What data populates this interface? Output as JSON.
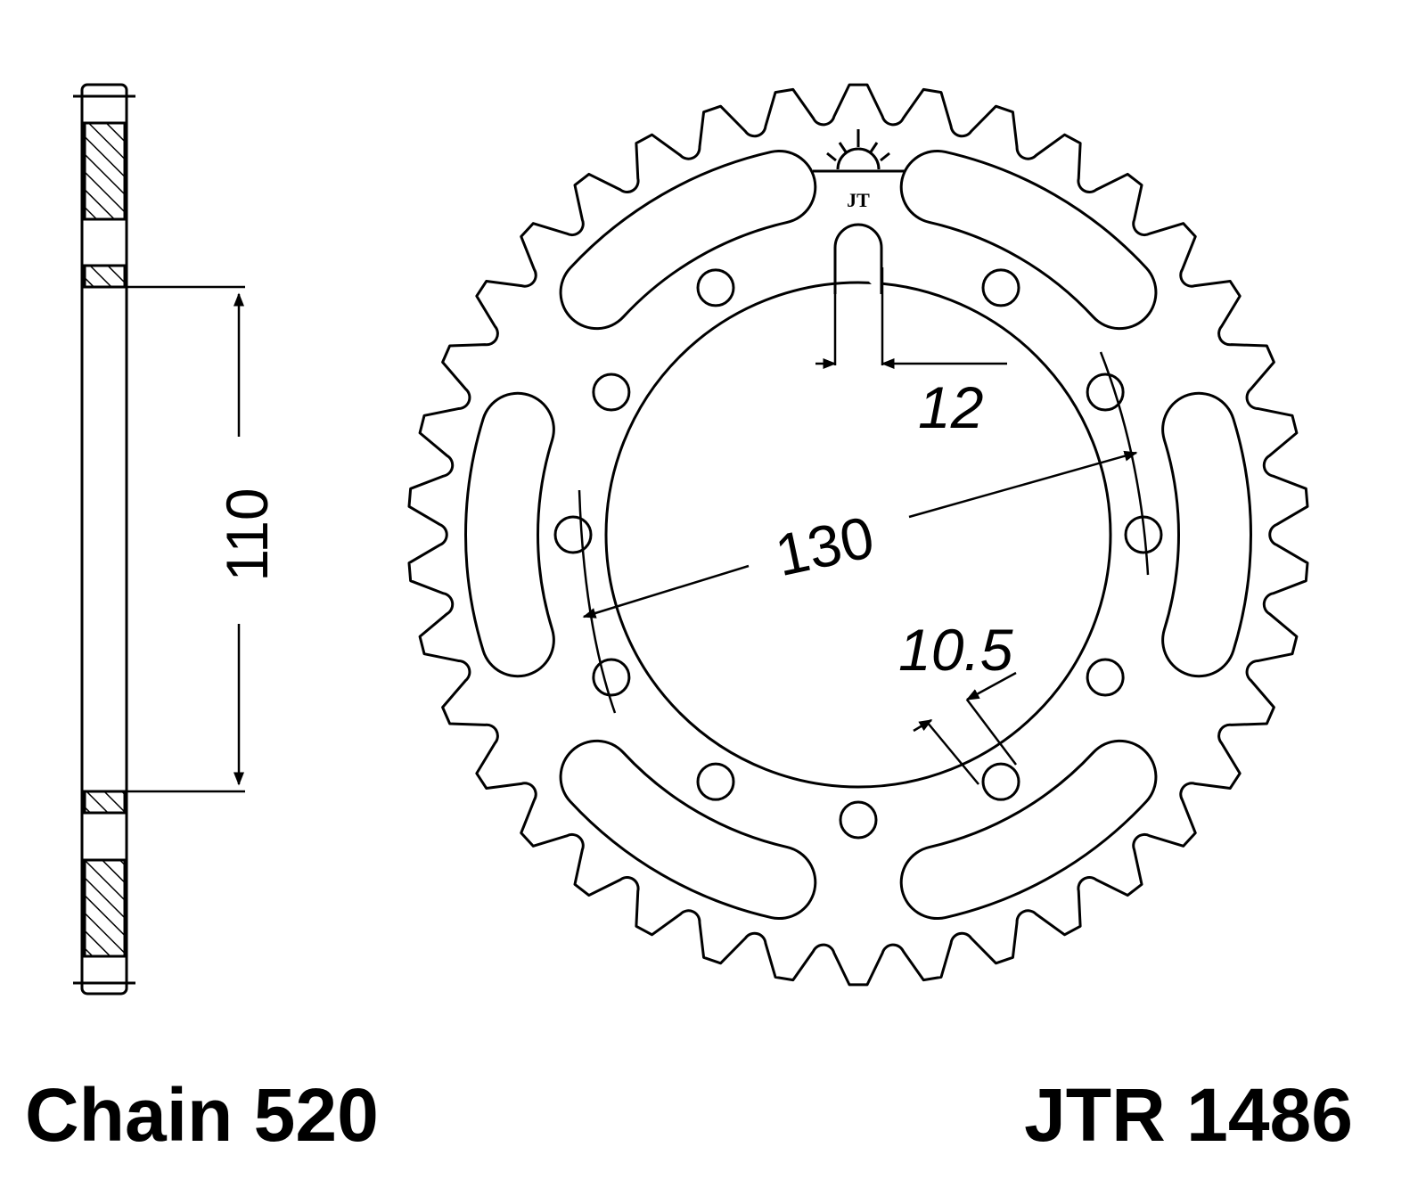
{
  "diagram": {
    "teeth_count": 38,
    "dimensions": {
      "bolt_circle": "130",
      "slot_width": "12",
      "hole_diameter": "10.5",
      "side_height": "110"
    },
    "chain_label": "Chain 520",
    "part_number": "JTR 1486",
    "logo_text": "JT"
  }
}
